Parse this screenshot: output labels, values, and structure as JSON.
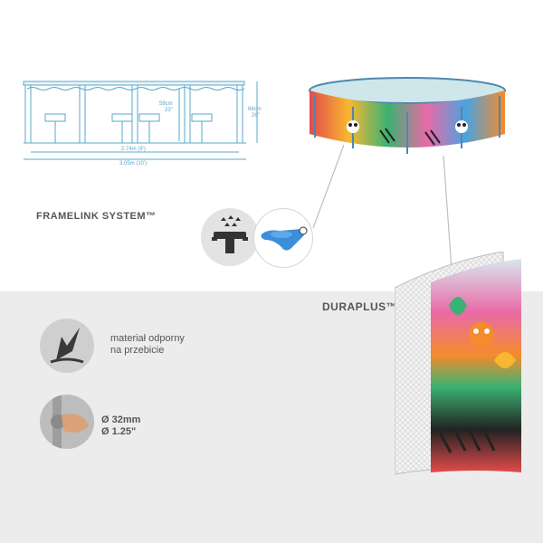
{
  "diagram": {
    "depth_cm": "59cm",
    "depth_in": "23\"",
    "height_cm": "66cm",
    "height_in": "26\"",
    "inner_width": "2.74m (9')",
    "outer_width": "3.05m (10')"
  },
  "headings": {
    "framelink": "FRAMELINK SYSTEM™",
    "duraplus": "DURAPLUS™"
  },
  "features": {
    "puncture_line1": "materiał odporny",
    "puncture_line2": "na przebicie",
    "pipe_mm": "Ø 32mm",
    "pipe_in": "Ø 1.25\""
  },
  "colors": {
    "diagram_line": "#5aa7c9",
    "text_gray": "#555555",
    "band_gray": "#ececec",
    "icon_dark": "#3a3a3a",
    "clip_blue": "#3b8ed8"
  },
  "icons": [
    "pool-frame-diagram",
    "framelink-connector-icon",
    "blue-clip-icon",
    "puncture-resistant-icon",
    "pipe-diameter-icon",
    "pool-image",
    "liner-layer-image"
  ]
}
